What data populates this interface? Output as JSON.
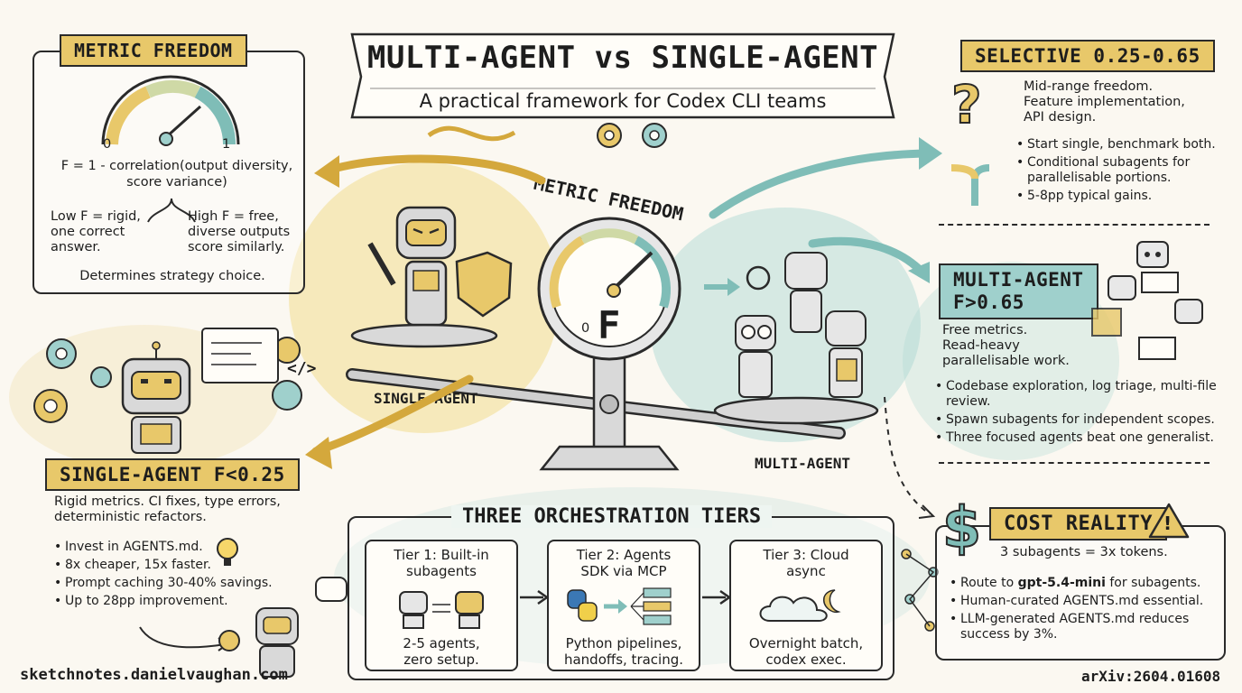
{
  "title": {
    "main": "MULTI-AGENT vs SINGLE-AGENT",
    "subtitle": "A practical framework for Codex CLI teams"
  },
  "metric_freedom_box": {
    "heading": "METRIC FREEDOM",
    "gauge_min": "0",
    "gauge_max": "1",
    "formula_line1": "F = 1 - correlation(output diversity,",
    "formula_line2": "score variance)",
    "low_line1": "Low F = rigid,",
    "low_line2": "one correct",
    "low_line3": "answer.",
    "high_line1": "High F = free,",
    "high_line2": "diverse outputs",
    "high_line3": "score similarly.",
    "footer": "Determines strategy choice."
  },
  "center": {
    "arc_label": "METRIC FREEDOM",
    "gauge_letter": "F",
    "gauge_zero": "0",
    "single_label": "SINGLE AGENT",
    "multi_label": "MULTI-AGENT"
  },
  "selective": {
    "heading": "SELECTIVE 0.25-0.65",
    "desc_line1": "Mid-range freedom.",
    "desc_line2": "Feature implementation,",
    "desc_line3": "API design.",
    "bullets": [
      "Start single, benchmark both.",
      "Conditional subagents for parallelisable portions.",
      "5-8pp typical gains."
    ]
  },
  "multi_agent": {
    "heading_line1": "MULTI-AGENT",
    "heading_line2": "F>0.65",
    "desc_line1": "Free metrics.",
    "desc_line2": "Read-heavy",
    "desc_line3": "parallelisable work.",
    "bullets": [
      "Codebase exploration, log triage, multi-file review.",
      "Spawn subagents for independent scopes.",
      "Three focused agents beat one generalist."
    ]
  },
  "single_agent": {
    "heading": "SINGLE-AGENT F<0.25",
    "desc_line1": "Rigid metrics. CI fixes, type errors,",
    "desc_line2": "deterministic refactors.",
    "bullets": [
      "Invest in AGENTS.md.",
      "8x cheaper, 15x faster.",
      "Prompt caching 30-40% savings.",
      "Up to 28pp improvement."
    ]
  },
  "tiers": {
    "heading": "THREE ORCHESTRATION TIERS",
    "items": [
      {
        "title_line1": "Tier 1: Built-in",
        "title_line2": "subagents",
        "desc_line1": "2-5 agents,",
        "desc_line2": "zero setup."
      },
      {
        "title_line1": "Tier 2: Agents",
        "title_line2": "SDK via MCP",
        "desc_line1": "Python pipelines,",
        "desc_line2": "handoffs, tracing."
      },
      {
        "title_line1": "Tier 3: Cloud",
        "title_line2": "async",
        "desc_line1": "Overnight batch,",
        "desc_line2": "codex exec."
      }
    ]
  },
  "cost": {
    "heading": "COST REALITY",
    "dollar": "$",
    "summary": "3 subagents = 3x tokens.",
    "bullet1_pre": "Route to ",
    "bullet1_bold": "gpt-5.4-mini",
    "bullet1_post": " for subagents.",
    "bullet2": "Human-curated AGENTS.md essential.",
    "bullet3": "LLM-generated AGENTS.md reduces success by 3%."
  },
  "footer": {
    "left": "sketchnotes.danielvaughan.com",
    "right": "arXiv:2604.01608"
  },
  "icons": {
    "code_glyph": "</>",
    "question": "?",
    "warning": "!"
  },
  "colors": {
    "gold": "#e8c86a",
    "teal": "#9fd0cc",
    "ink": "#2a2a2a",
    "paper": "#fbf8f1"
  }
}
